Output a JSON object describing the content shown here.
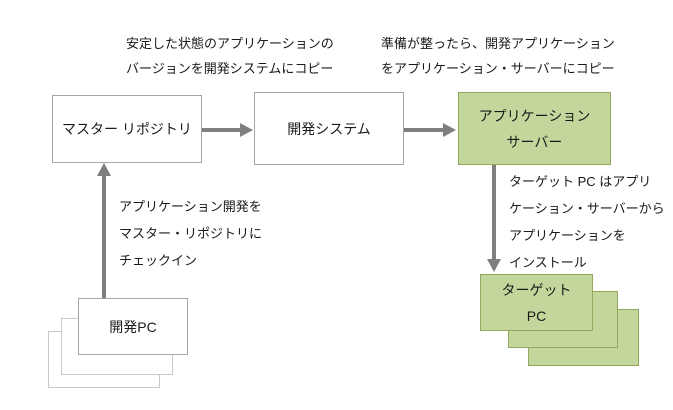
{
  "diagram": {
    "title": "application-deployment-flow",
    "nodes": {
      "master_repository": {
        "label": "マスター リポジトリ"
      },
      "dev_system": {
        "label": "開発システム"
      },
      "app_server": {
        "label": "アプリケーション\nサーバー"
      },
      "dev_pc": {
        "label": "開発PC",
        "stack_count": 3
      },
      "target_pc": {
        "label": "ターゲット\nPC",
        "stack_count": 3
      }
    },
    "annotations": {
      "copy_to_dev_system": {
        "text": "安定した状態のアプリケーションの\nバージョンを開発システムにコピー"
      },
      "copy_to_app_server": {
        "text": "準備が整ったら、開発アプリケーション\nをアプリケーション・サーバーにコピー"
      },
      "checkin_to_master": {
        "text": "アプリケーション開発を\nマスター・リポジトリに\nチェックイン"
      },
      "install_from_server": {
        "text": "ターゲット PC はアプリ\nケーション・サーバーから\nアプリケーションを\nインストール"
      }
    },
    "arrows": [
      {
        "from": "master_repository",
        "to": "dev_system",
        "direction": "right"
      },
      {
        "from": "dev_system",
        "to": "app_server",
        "direction": "right"
      },
      {
        "from": "dev_pc",
        "to": "master_repository",
        "direction": "up"
      },
      {
        "from": "app_server",
        "to": "target_pc",
        "direction": "down"
      }
    ],
    "colors": {
      "green_fill": "#c3d69b",
      "green_border": "#94a75e",
      "white_fill": "#ffffff",
      "gray_border": "#a6a6a6",
      "light_gray_border": "#c9c9c9",
      "arrow": "#7f7f7f",
      "text": "#1a1a1a"
    }
  }
}
